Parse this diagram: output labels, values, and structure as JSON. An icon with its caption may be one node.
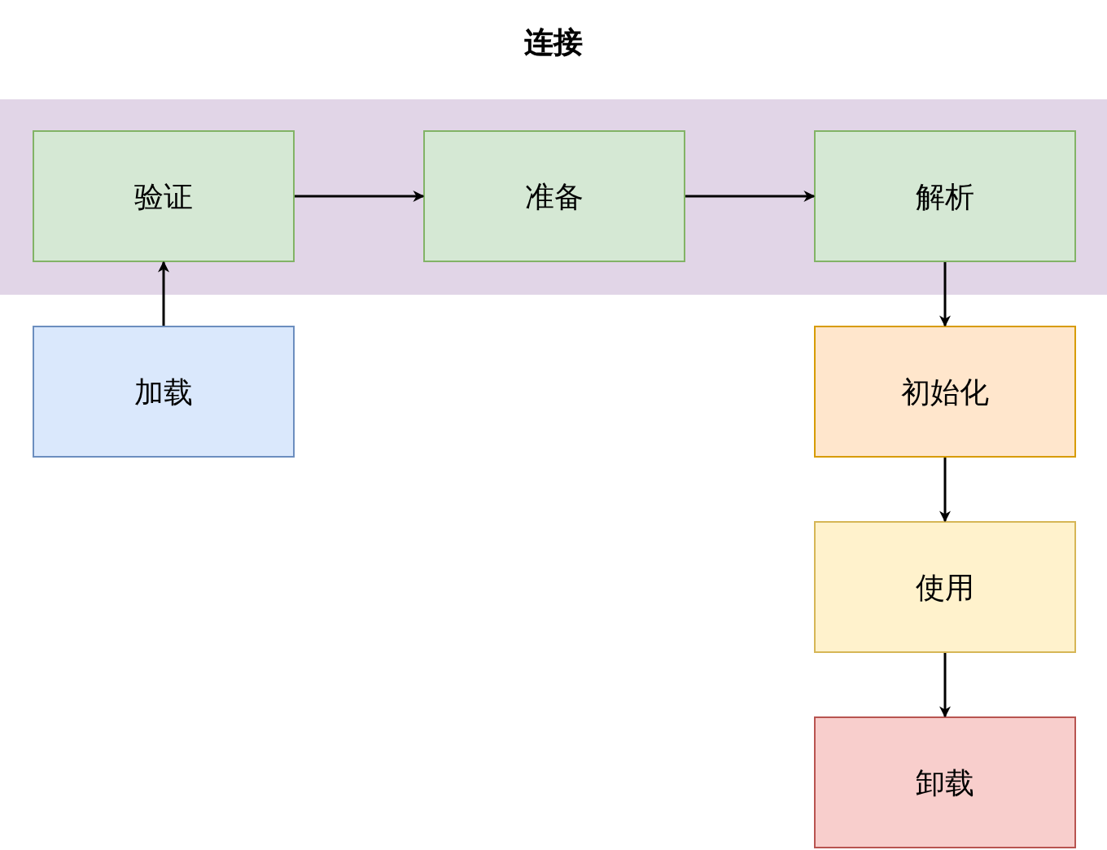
{
  "diagram": {
    "nodes": [
      {
        "text": [
          "连接"
        ]
      },
      {
        "text": [
          "验证"
        ],
        "in": 0
      },
      {
        "text": [
          "准备"
        ],
        "in": 0
      },
      {
        "text": [
          "解析"
        ],
        "in": 0
      },
      {
        "text": [
          "加载"
        ]
      },
      {
        "text": [
          "初始化"
        ]
      },
      {
        "text": [
          "使用"
        ]
      },
      {
        "text": [
          "卸载"
        ]
      }
    ],
    "edges": [
      {
        "from": 4,
        "to": 1,
        "arrow": "to"
      },
      {
        "from": 1,
        "to": 2,
        "arrow": "to"
      },
      {
        "from": 2,
        "to": 3,
        "arrow": "to"
      },
      {
        "from": 3,
        "to": 5,
        "arrow": "to"
      },
      {
        "from": 5,
        "to": 6,
        "arrow": "to"
      },
      {
        "from": 6,
        "to": 7,
        "arrow": "to"
      }
    ]
  }
}
